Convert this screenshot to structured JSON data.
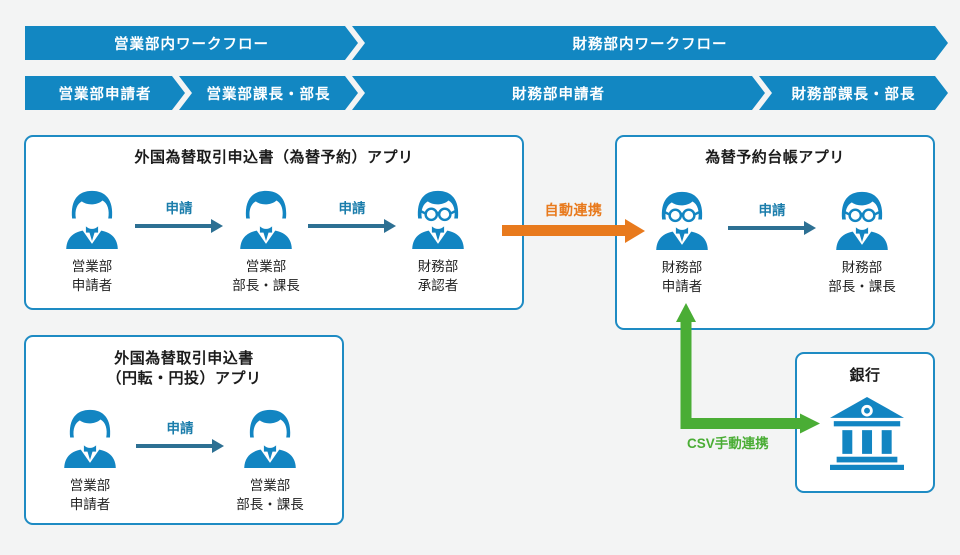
{
  "palette": {
    "banner_blue": "#1287c2",
    "box_border_blue": "#1e8bc3",
    "person_blue": "#1285c2",
    "flow_arrow_blue": "#2d7093",
    "flow_label_blue": "#1b7dab",
    "auto_link_orange": "#e87a1d",
    "csv_link_green": "#4aad35",
    "background": "#f3f4f4"
  },
  "workflow": {
    "row1": [
      {
        "label": "営業部内ワークフロー"
      },
      {
        "label": "財務部内ワークフロー"
      }
    ],
    "row2": [
      {
        "label": "営業部申請者"
      },
      {
        "label": "営業部課長・部長"
      },
      {
        "label": "財務部申請者"
      },
      {
        "label": "財務部課長・部長"
      }
    ]
  },
  "apps": {
    "fx_forward": {
      "title": "外国為替取引申込書（為替予約）アプリ",
      "steps": [
        {
          "name": [
            "営業部",
            "申請者"
          ],
          "glasses": false
        },
        {
          "name": [
            "営業部",
            "部長・課長"
          ],
          "glasses": false
        },
        {
          "name": [
            "財務部",
            "承認者"
          ],
          "glasses": true
        }
      ],
      "arrow_labels": [
        "申請",
        "申請"
      ]
    },
    "fx_ledger": {
      "title": "為替予約台帳アプリ",
      "steps": [
        {
          "name": [
            "財務部",
            "申請者"
          ],
          "glasses": true
        },
        {
          "name": [
            "財務部",
            "部長・課長"
          ],
          "glasses": true
        }
      ],
      "arrow_labels": [
        "申請"
      ]
    },
    "fx_conversion": {
      "title": [
        "外国為替取引申込書",
        "（円転・円投）アプリ"
      ],
      "steps": [
        {
          "name": [
            "営業部",
            "申請者"
          ],
          "glasses": false
        },
        {
          "name": [
            "営業部",
            "部長・課長"
          ],
          "glasses": false
        }
      ],
      "arrow_labels": [
        "申請"
      ]
    },
    "bank": {
      "title": "銀行"
    }
  },
  "connectors": {
    "auto_link": {
      "label": "自動連携"
    },
    "csv_link": {
      "label": "CSV手動連携"
    }
  }
}
